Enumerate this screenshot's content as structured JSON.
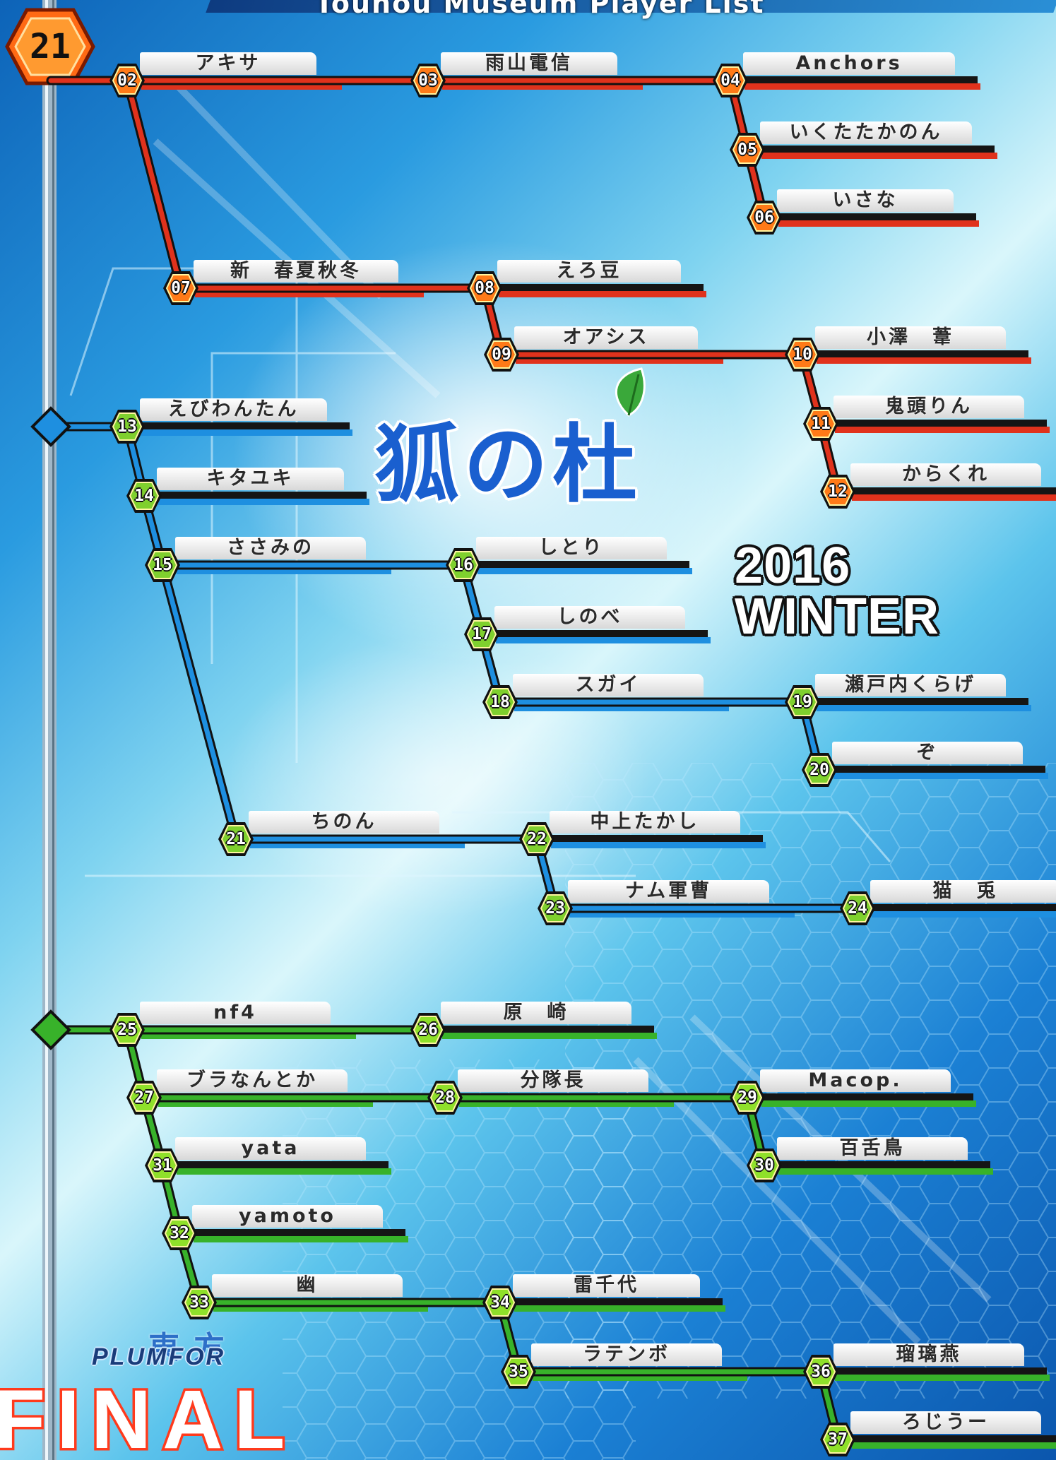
{
  "header": {
    "title": "Touhou Museum Player List"
  },
  "corner_badge": "21",
  "circle_name": "狐の杜",
  "event": {
    "year": "2016",
    "season": "WINTER"
  },
  "brand": {
    "kanji": "東方",
    "english": "PLUMFOR",
    "final": "FINAL"
  },
  "colors": {
    "red": "#e0321c",
    "blue": "#1e8fe0",
    "green": "#38b22a",
    "hex_red": "#ff7a18",
    "hex_blue": "#7fd02e",
    "hex_green": "#8fe02a"
  },
  "groups": [
    {
      "name": "red",
      "hub_shape": "hexagon-badge",
      "players": [
        {
          "no": "02",
          "name": "アキサ"
        },
        {
          "no": "03",
          "name": "雨山電信"
        },
        {
          "no": "04",
          "name": "Anchors"
        },
        {
          "no": "05",
          "name": "いくたたかのん"
        },
        {
          "no": "06",
          "name": "いさな"
        },
        {
          "no": "07",
          "name": "新　春夏秋冬"
        },
        {
          "no": "08",
          "name": "えろ豆"
        },
        {
          "no": "09",
          "name": "オアシス"
        },
        {
          "no": "10",
          "name": "小澤　葦"
        },
        {
          "no": "11",
          "name": "鬼頭りん"
        },
        {
          "no": "12",
          "name": "からくれ"
        }
      ]
    },
    {
      "name": "blue",
      "hub_shape": "diamond",
      "players": [
        {
          "no": "13",
          "name": "えびわんたん"
        },
        {
          "no": "14",
          "name": "キタユキ"
        },
        {
          "no": "15",
          "name": "ささみの"
        },
        {
          "no": "16",
          "name": "しとり"
        },
        {
          "no": "17",
          "name": "しのべ"
        },
        {
          "no": "18",
          "name": "スガイ"
        },
        {
          "no": "19",
          "name": "瀬戸内くらげ"
        },
        {
          "no": "20",
          "name": "ぞ"
        },
        {
          "no": "21",
          "name": "ちのん"
        },
        {
          "no": "22",
          "name": "中上たかし"
        },
        {
          "no": "23",
          "name": "ナム軍曹"
        },
        {
          "no": "24",
          "name": "猫　兎"
        }
      ]
    },
    {
      "name": "green",
      "hub_shape": "diamond",
      "players": [
        {
          "no": "25",
          "name": "nf4"
        },
        {
          "no": "26",
          "name": "原　崎"
        },
        {
          "no": "27",
          "name": "ブラなんとか"
        },
        {
          "no": "28",
          "name": "分隊長"
        },
        {
          "no": "29",
          "name": "Macop."
        },
        {
          "no": "30",
          "name": "百舌鳥"
        },
        {
          "no": "31",
          "name": "yata"
        },
        {
          "no": "32",
          "name": "yamoto"
        },
        {
          "no": "33",
          "name": "幽"
        },
        {
          "no": "34",
          "name": "雷千代"
        },
        {
          "no": "35",
          "name": "ラテンボ"
        },
        {
          "no": "36",
          "name": "瑠璃燕"
        },
        {
          "no": "37",
          "name": "ろじうー"
        }
      ]
    }
  ]
}
